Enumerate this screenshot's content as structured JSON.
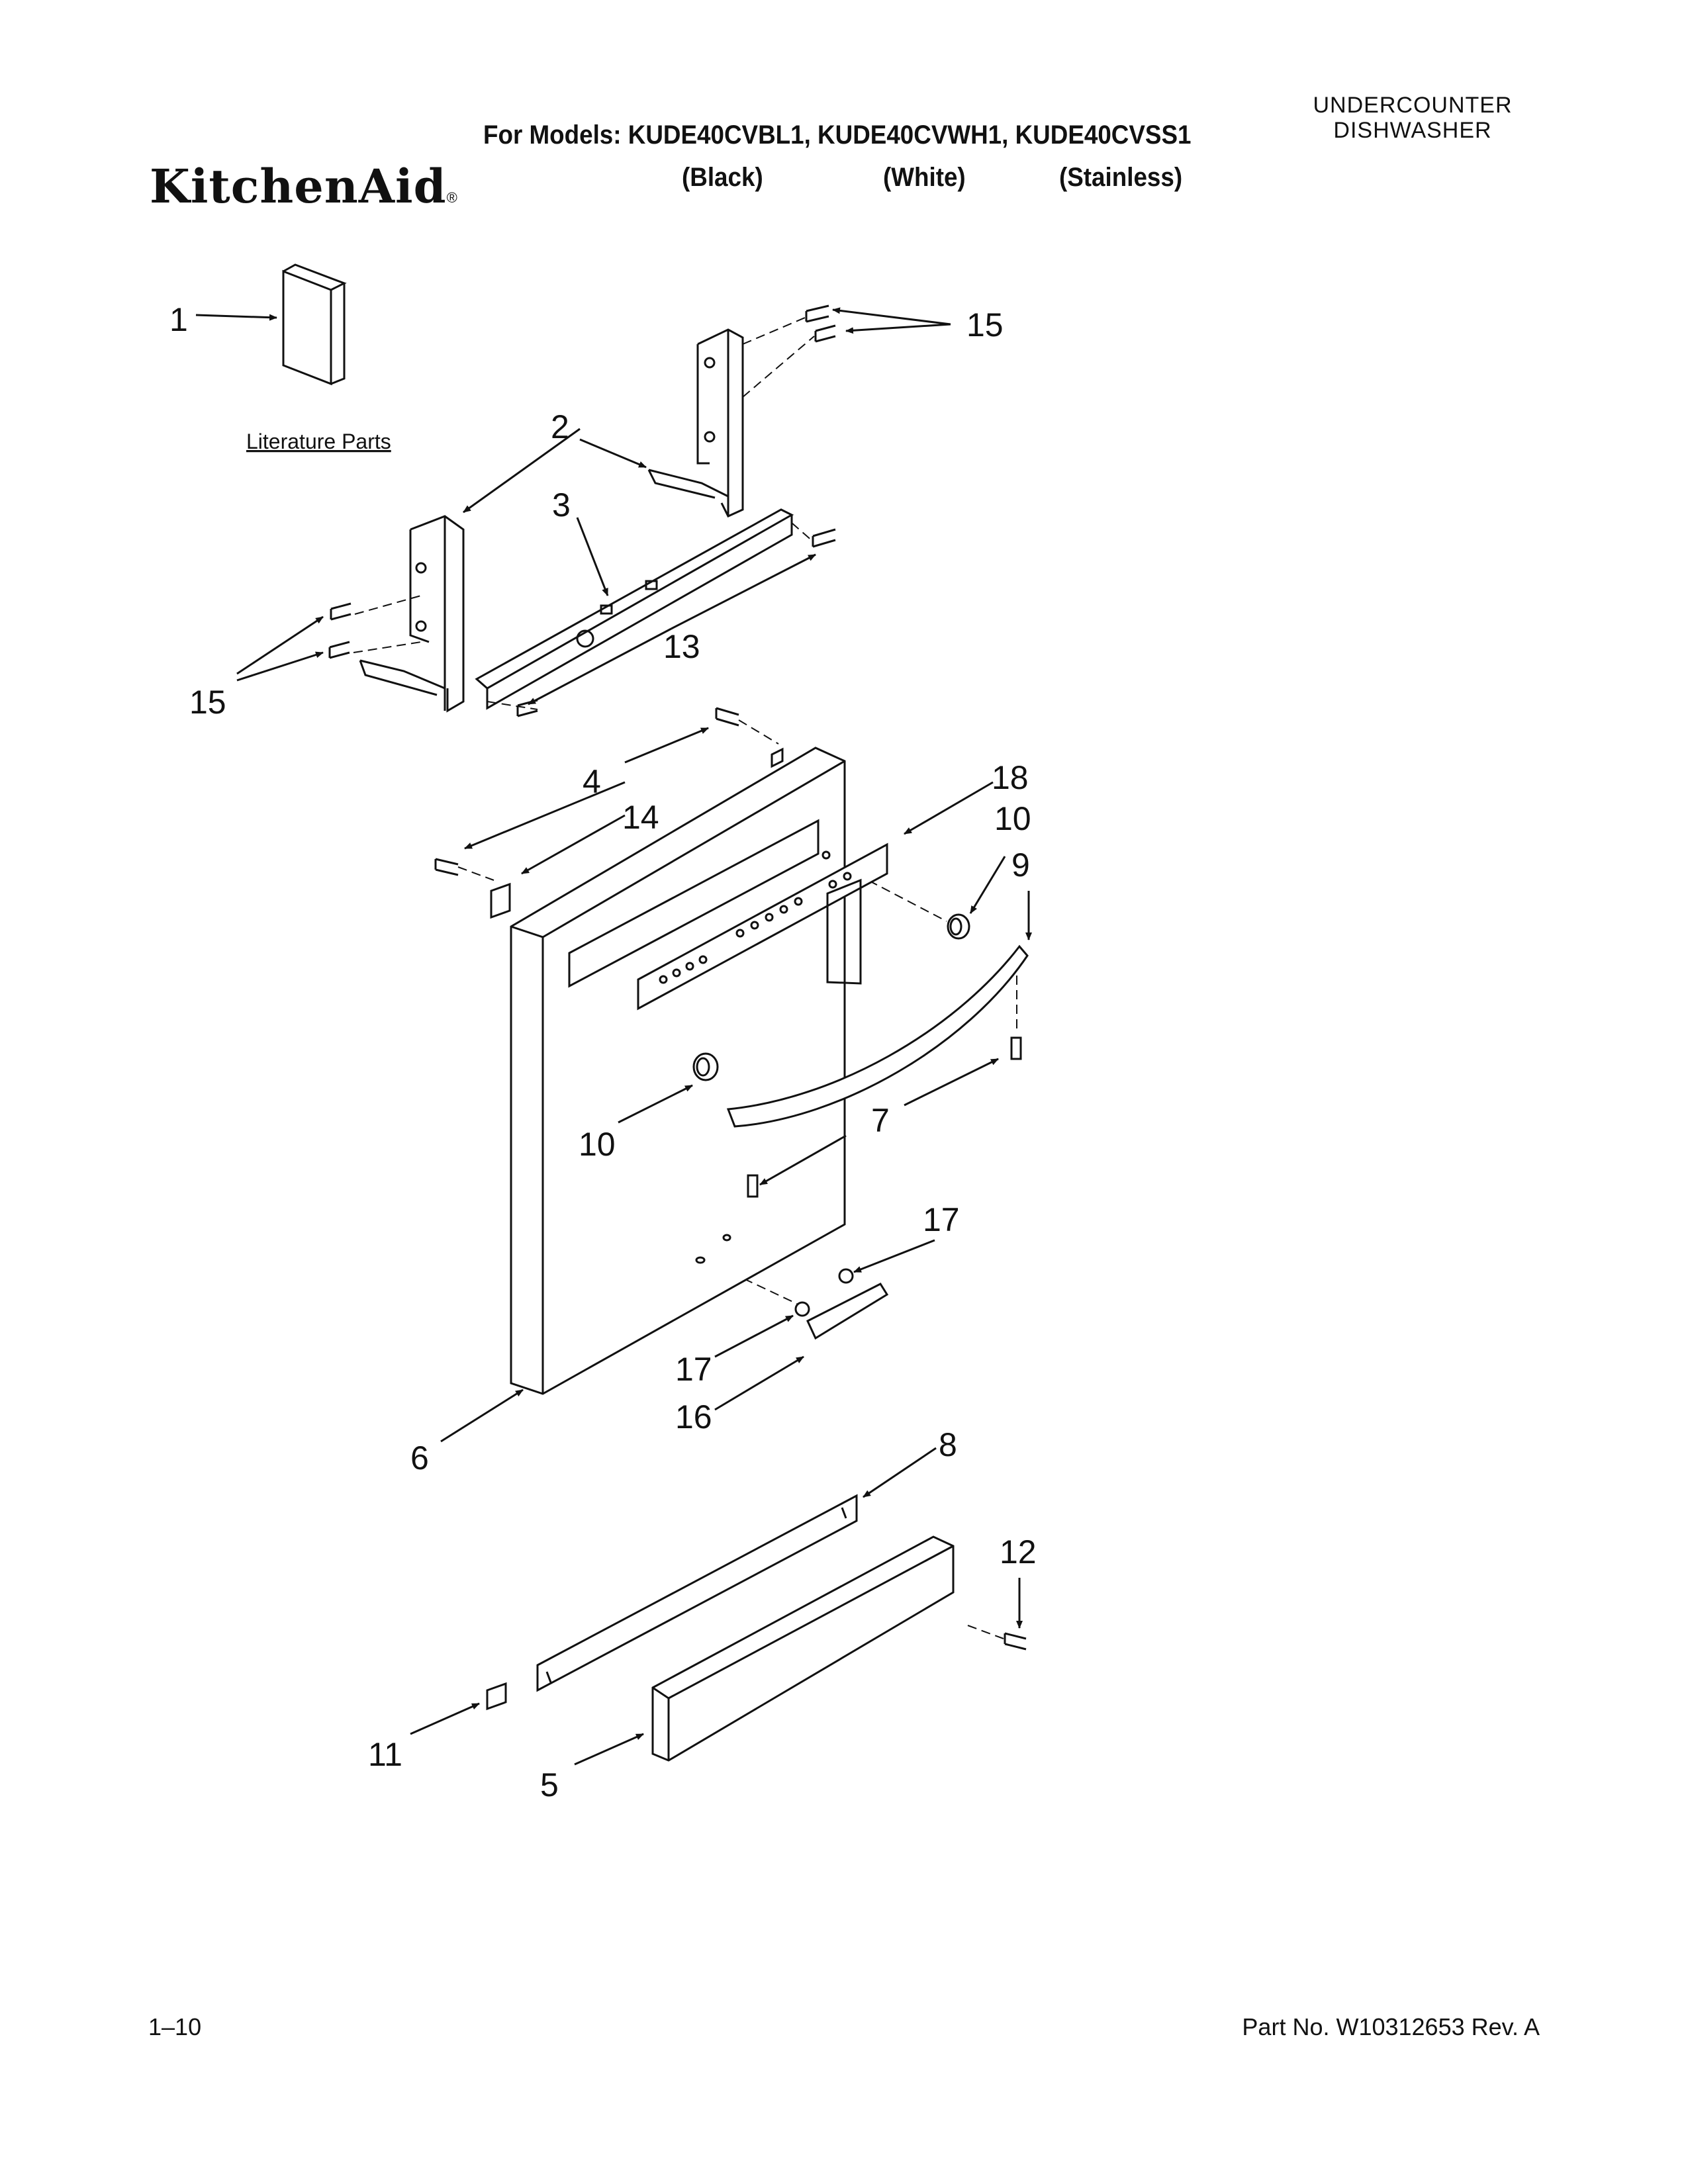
{
  "header": {
    "product_type_line1": "UNDERCOUNTER",
    "product_type_line2": "DISHWASHER",
    "models": "For Models: KUDE40CVBL1, KUDE40CVWH1, KUDE40CVSS1",
    "color_black": "(Black)",
    "color_white": "(White)",
    "color_stainless": "(Stainless)",
    "brand": "KitchenAid",
    "brand_mark": "®"
  },
  "diagram": {
    "literature_label": "Literature Parts",
    "callouts": [
      "1",
      "2",
      "3",
      "4",
      "5",
      "6",
      "7",
      "8",
      "9",
      "10",
      "10",
      "11",
      "12",
      "13",
      "14",
      "15",
      "15",
      "16",
      "17",
      "17",
      "18"
    ]
  },
  "footer": {
    "page_number": "1–10",
    "part_number": "Part No. W10312653 Rev. A"
  }
}
